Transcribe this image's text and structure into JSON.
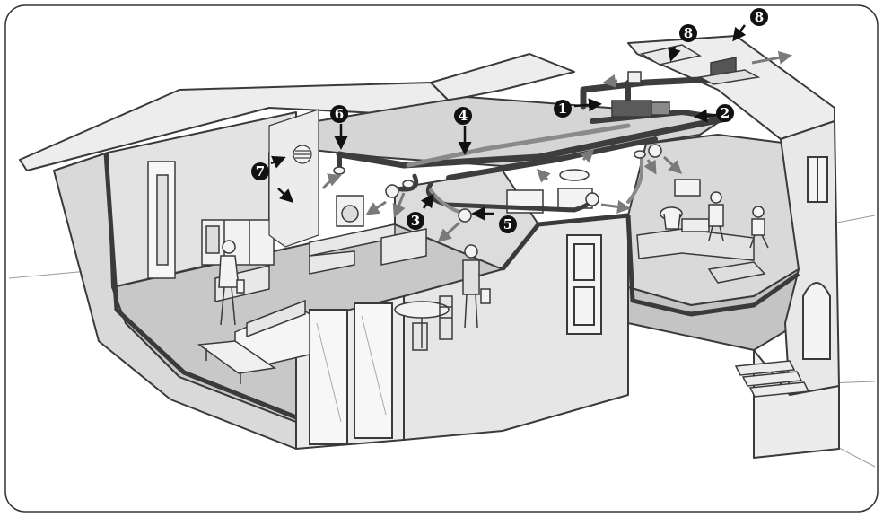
{
  "diagram": {
    "callouts": [
      {
        "id": "c1",
        "label": "1"
      },
      {
        "id": "c2",
        "label": "2"
      },
      {
        "id": "c3",
        "label": "3"
      },
      {
        "id": "c4",
        "label": "4"
      },
      {
        "id": "c5",
        "label": "5"
      },
      {
        "id": "c6",
        "label": "6"
      },
      {
        "id": "c7",
        "label": "7"
      },
      {
        "id": "c8a",
        "label": "8"
      },
      {
        "id": "c8b",
        "label": "8"
      }
    ],
    "colors": {
      "frame": "#333333",
      "line": "#3a3a3a",
      "wall_fill": "#d9d9d9",
      "floor_fill": "#c8c8c8",
      "roof_fill": "#ededed",
      "duct": "#3d3d3d",
      "duct_light": "#8a8a8a",
      "badge": "#111111",
      "airflow_arrow": "#7a7a7a"
    }
  }
}
